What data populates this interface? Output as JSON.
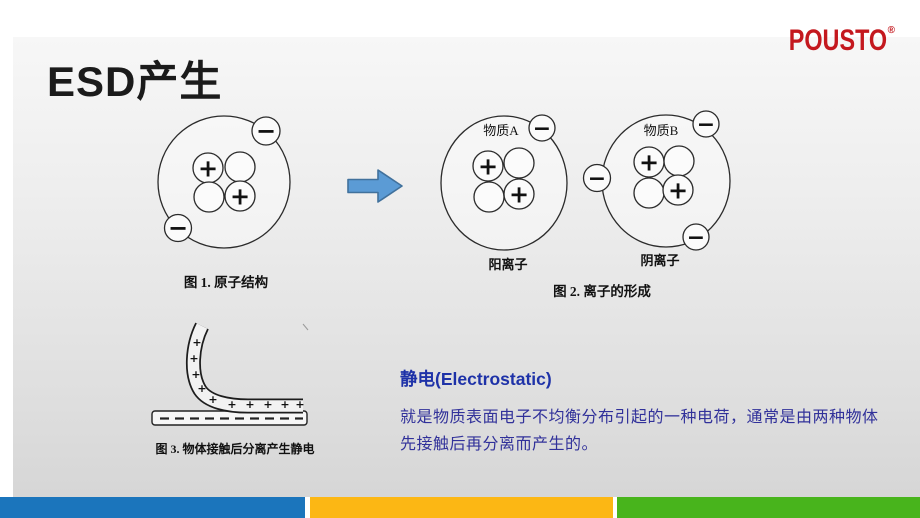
{
  "slide": {
    "title": "ESD产生",
    "logo": {
      "text": "POUSTO",
      "registered": "®"
    }
  },
  "glyphs": {
    "plus": "+",
    "minus": "−"
  },
  "figure1": {
    "caption": "图 1. 原子结构"
  },
  "figure2": {
    "caption": "图 2. 离子的形成",
    "atom_a": {
      "label": "物质A",
      "ion_label": "阳离子"
    },
    "atom_b": {
      "label": "物质B",
      "ion_label": "阴离子"
    }
  },
  "figure3": {
    "caption": "图 3. 物体接触后分离产生静电"
  },
  "definition": {
    "heading": "静电(Electrostatic)",
    "line1": "就是物质表面电子不均衡分布引起的一种电荷，通常是由两种物体",
    "line2": "先接触后再分离而产生的。"
  },
  "colors": {
    "logo_red": "#c4181e",
    "heading_blue": "#1e32a8",
    "body_blue": "#31319a",
    "arrow_fill": "#5b9bd5",
    "arrow_stroke": "#41719c",
    "footer_blue": "#1b75bc",
    "footer_yellow": "#fcb714",
    "footer_green": "#48b41c"
  }
}
